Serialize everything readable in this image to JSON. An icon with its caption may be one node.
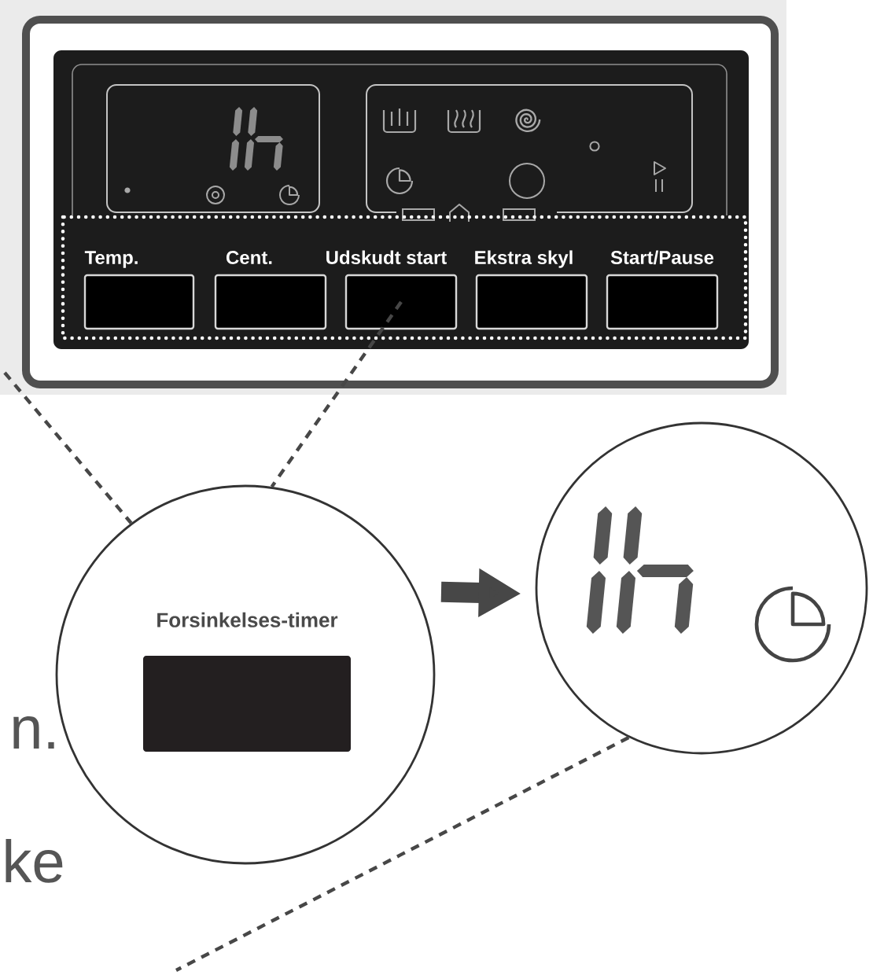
{
  "diagram": {
    "nodes": [
      {
        "text": [],
        "shape": "box"
      },
      {
        "text": [
          "Temp."
        ],
        "in": 0
      },
      {
        "text": [
          "Cent."
        ],
        "in": 0
      },
      {
        "text": [
          "Udskudt start"
        ],
        "in": 0
      },
      {
        "text": [
          "Ekstra skyl"
        ],
        "in": 0
      },
      {
        "text": [
          "Start/Pause"
        ],
        "in": 0
      },
      {
        "text": [],
        "shape": "circle"
      },
      {
        "text": [
          "Forsinkelses-timer"
        ],
        "in": 6
      },
      {
        "text": [],
        "shape": "circle"
      }
    ],
    "edges": [
      {
        "from": 3,
        "to": 6,
        "arrow": "none",
        "style": "dashed"
      },
      {
        "from": null,
        "to": 6,
        "arrow": "none",
        "style": "dashed"
      },
      {
        "from": 6,
        "to": 8,
        "arrow": "to",
        "style": "thick"
      },
      {
        "from": 8,
        "to": null,
        "arrow": "none",
        "style": "dashed"
      }
    ],
    "labels": [
      "n.",
      "ke"
    ]
  }
}
